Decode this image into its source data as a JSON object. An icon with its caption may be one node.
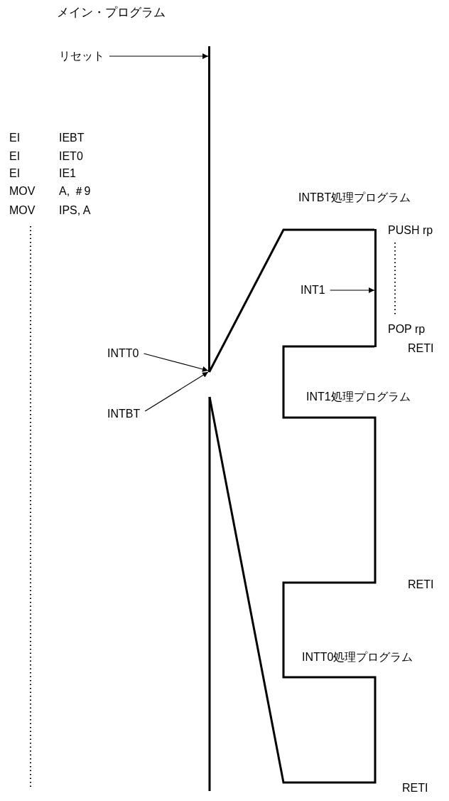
{
  "diagram": {
    "nodes": [
      {
        "text": [
          "リセット"
        ]
      },
      {
        "text": [],
        "shape": "bar"
      },
      {
        "text": [
          "INTT0"
        ]
      },
      {
        "text": [
          "INTBT"
        ]
      },
      {
        "text": [
          "INT1"
        ]
      },
      {
        "text": [],
        "shape": "bar"
      }
    ],
    "edges": [
      {
        "from": 0,
        "to": 1,
        "arrow": "to"
      },
      {
        "from": 2,
        "to": 1,
        "arrow": "to"
      },
      {
        "from": 3,
        "to": 1,
        "arrow": "to"
      },
      {
        "from": 4,
        "to": 5,
        "arrow": "to"
      },
      {
        "from": 1,
        "to": 5,
        "arrow": "none",
        "style": "thick"
      }
    ],
    "labels": [
      "メイン・プログラム",
      "EI",
      "IEBT",
      "EI",
      "IET0",
      "EI",
      "IE1",
      "MOV",
      "A, ＃9",
      "MOV",
      "IPS, A",
      "INTBT処理プログラム",
      "PUSH rp",
      "POP rp",
      "RETI",
      "INT1処理プログラム",
      "RETI",
      "INTT0処理プログラム",
      "RETI"
    ]
  }
}
